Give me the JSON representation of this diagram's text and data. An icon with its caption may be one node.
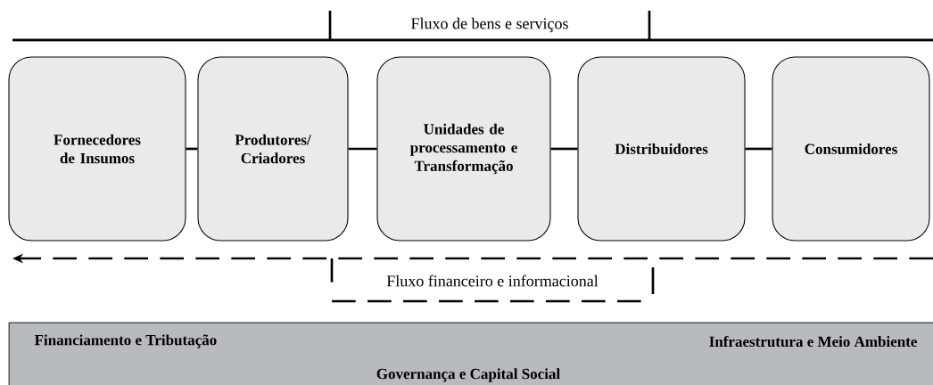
{
  "diagram": {
    "nodes": [
      {
        "text": [
          "Fornecedores de Insumos"
        ]
      },
      {
        "text": [
          "Produtores/ Criadores"
        ]
      },
      {
        "text": [
          "Unidades de processamento e Transformação"
        ]
      },
      {
        "text": [
          "Distribuidores"
        ]
      },
      {
        "text": [
          "Consumidores"
        ]
      },
      {
        "text": [
          "Financiamento e Tributação",
          "Infraestrutura e Meio Ambiente",
          "Governança e Capital Social"
        ]
      }
    ],
    "edges": [
      {
        "from": 0,
        "to": 1,
        "arrow": "none"
      },
      {
        "from": 1,
        "to": 2,
        "arrow": "none"
      },
      {
        "from": 2,
        "to": 3,
        "arrow": "none"
      },
      {
        "from": 3,
        "to": 4,
        "arrow": "none"
      }
    ],
    "labels": [
      "Fluxo de bens e serviços",
      "Fluxo financeiro e informacional"
    ]
  }
}
